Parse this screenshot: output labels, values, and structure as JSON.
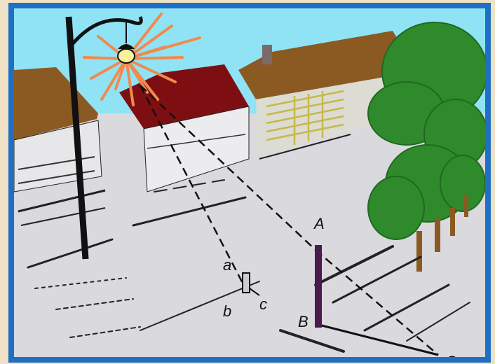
{
  "scene": {
    "labels": {
      "A": "A",
      "B": "B",
      "C": "C",
      "a": "a",
      "b": "b",
      "c": "c"
    },
    "colors": {
      "frame": "#1f6fc4",
      "sky": "#8fe3f4",
      "roof_brown": "#8a5a22",
      "roof_red": "#7d0f12",
      "sun_rays": "#f08a4e",
      "tree_green": "#2f8a2c",
      "pole_A": "#4a1a4a",
      "lamp_post": "#111111"
    },
    "icons": [
      "street-lamp-icon",
      "sun-icon",
      "tree-icon",
      "house-icon",
      "person-icon"
    ]
  }
}
